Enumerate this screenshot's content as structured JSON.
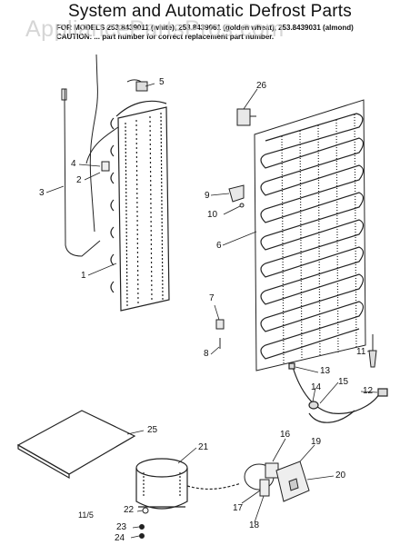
{
  "header": {
    "title": "System and Automatic Defrost Parts",
    "models_line": "FOR MODELS 253.8439011 (white), 253.8439061 (golden wheat), 253.8439031 (almond)",
    "note_line": "CAUTION: ... part number for correct replacement part number."
  },
  "watermark": "AppliancePartsPros.com",
  "callouts": {
    "c1": "1",
    "c2": "2",
    "c3": "3",
    "c4": "4",
    "c5": "5",
    "c6": "6",
    "c7": "7",
    "c8": "8",
    "c9": "9",
    "c10": "10",
    "c11": "11",
    "c12": "12",
    "c13": "13",
    "c14": "14",
    "c15": "15",
    "c16": "16",
    "c17": "17",
    "c18": "18",
    "c19": "19",
    "c20": "20",
    "c21": "21",
    "c22": "22",
    "c23": "23",
    "c24": "24",
    "c25": "25",
    "c26": "26"
  },
  "footer": {
    "page_code": "11/5"
  }
}
